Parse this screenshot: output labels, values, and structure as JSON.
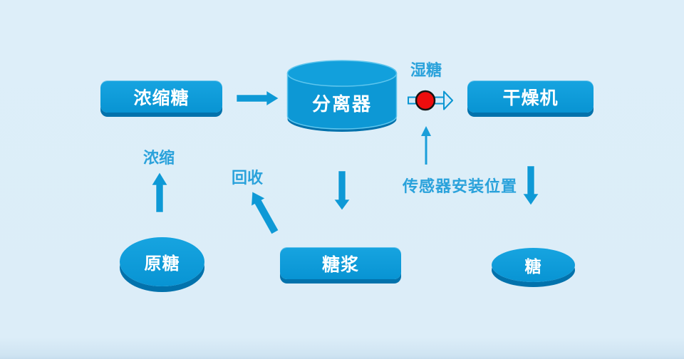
{
  "diagram": {
    "nodes": {
      "concentrated_sugar": "浓缩糖",
      "separator": "分离器",
      "dryer": "干燥机",
      "raw_sugar": "原糖",
      "syrup": "糖浆",
      "sugar": "糖"
    },
    "labels": {
      "wet_sugar": "湿糖",
      "concentrate": "浓缩",
      "recycle": "回收",
      "sensor_position": "传感器安装位置"
    },
    "edges": [
      {
        "from": "原糖",
        "to": "浓缩糖",
        "label": "浓缩"
      },
      {
        "from": "浓缩糖",
        "to": "分离器",
        "label": ""
      },
      {
        "from": "分离器",
        "to": "糖浆",
        "label": ""
      },
      {
        "from": "糖浆",
        "to": "分离器",
        "label": "回收"
      },
      {
        "from": "分离器",
        "to": "干燥机",
        "label": "湿糖",
        "via": "传感器安装位置"
      },
      {
        "from": "干燥机",
        "to": "糖",
        "label": ""
      }
    ],
    "colors": {
      "background": "#ddeef9",
      "node_blue": "#0d9bd7",
      "node_dark_rim": "#0272ac",
      "arrow_blue": "#0e99d6",
      "label_blue": "#2aa2db",
      "sensor_red": "#ee0d0d",
      "sensor_outline": "#151515"
    }
  }
}
